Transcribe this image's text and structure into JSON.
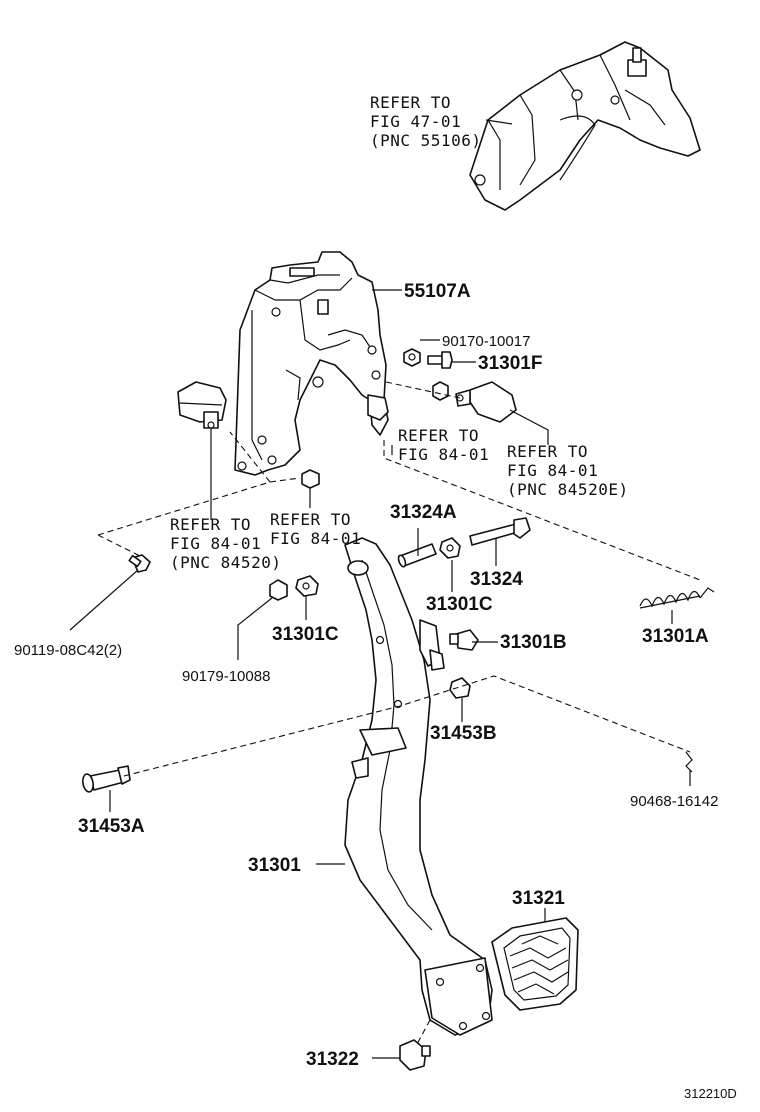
{
  "parts": {
    "p55107A": "55107A",
    "p90170": "90170-10017",
    "p31301F": "31301F",
    "p31324A": "31324A",
    "p31324": "31324",
    "p31301C_right": "31301C",
    "p31301C_left": "31301C",
    "p31301B": "31301B",
    "p31301A": "31301A",
    "p90119": "90119-08C42(2)",
    "p90179": "90179-10088",
    "p31453B": "31453B",
    "p31453A": "31453A",
    "p90468": "90468-16142",
    "p31301": "31301",
    "p31321": "31321",
    "p31322": "31322"
  },
  "refs": {
    "r1": {
      "line1": "REFER TO",
      "line2": "FIG 47-01",
      "line3": "(PNC 55106)"
    },
    "r2": {
      "line1": "REFER TO",
      "line2": "FIG 84-01"
    },
    "r3": {
      "line1": "REFER TO",
      "line2": "FIG 84-01",
      "line3": "(PNC 84520E)"
    },
    "r4": {
      "line1": "REFER TO",
      "line2": "FIG 84-01",
      "line3": "(PNC 84520)"
    },
    "r5": {
      "line1": "REFER TO",
      "line2": "FIG 84-01"
    }
  },
  "figure_id": "312210D"
}
